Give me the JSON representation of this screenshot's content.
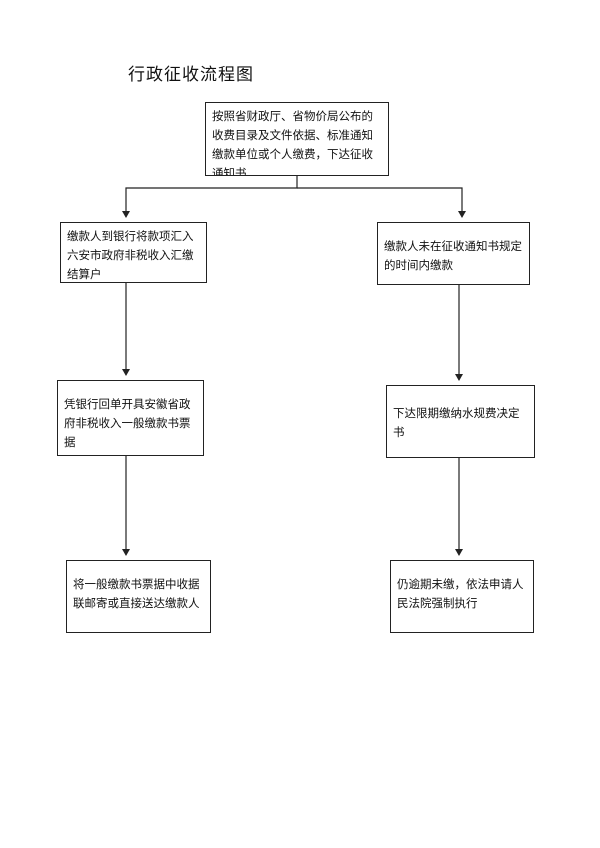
{
  "diagram": {
    "title": "行政征收流程图",
    "nodes": {
      "start": "按照省财政厅、省物价局公布的收费目录及文件依据、标准通知缴款单位或个人缴费，下达征收通知书",
      "left_1": "缴款人到银行将款项汇入六安市政府非税收入汇缴结算户",
      "left_2": "凭银行回单开具安徽省政府非税收入一般缴款书票据",
      "left_3": "将一般缴款书票据中收据联邮寄或直接送达缴款人",
      "right_1": "缴款人未在征收通知书规定的时间内缴款",
      "right_2": "下达限期缴纳水规费决定书",
      "right_3": "仍逾期未缴，依法申请人民法院强制执行"
    },
    "line_color": "#222222"
  }
}
